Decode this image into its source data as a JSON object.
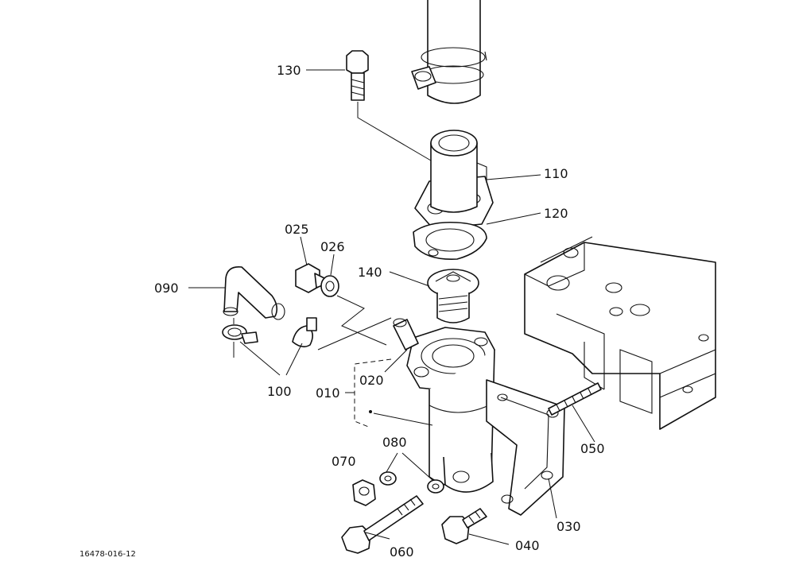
{
  "drawing_ref": "16478-016-12",
  "callouts": [
    {
      "id": "130",
      "label": "130"
    },
    {
      "id": "110",
      "label": "110"
    },
    {
      "id": "120",
      "label": "120"
    },
    {
      "id": "025",
      "label": "025"
    },
    {
      "id": "026",
      "label": "026"
    },
    {
      "id": "140",
      "label": "140"
    },
    {
      "id": "090",
      "label": "090"
    },
    {
      "id": "020",
      "label": "020"
    },
    {
      "id": "010",
      "label": "010"
    },
    {
      "id": "100",
      "label": "100"
    },
    {
      "id": "080",
      "label": "080"
    },
    {
      "id": "070",
      "label": "070"
    },
    {
      "id": "050",
      "label": "050"
    },
    {
      "id": "030",
      "label": "030"
    },
    {
      "id": "060",
      "label": "060"
    },
    {
      "id": "040",
      "label": "040"
    }
  ]
}
